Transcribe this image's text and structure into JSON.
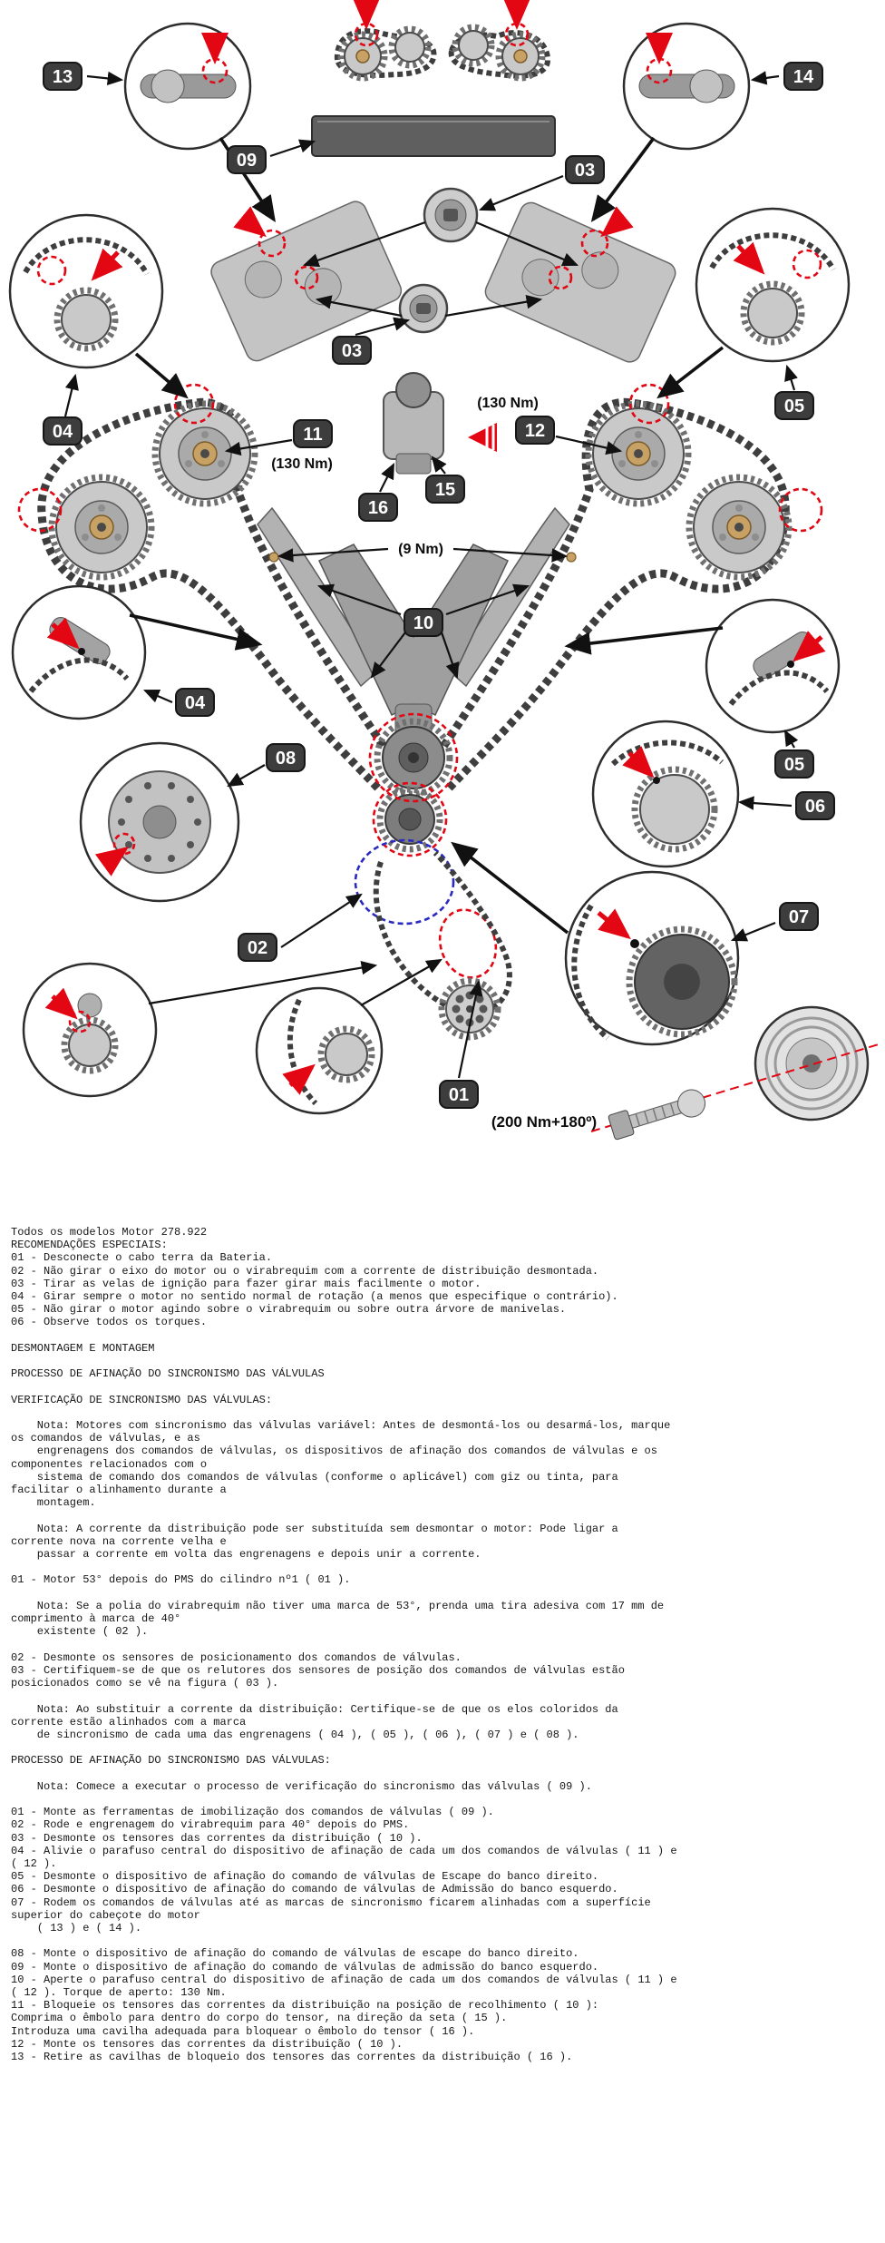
{
  "colors": {
    "red": "#e30613",
    "blue": "#2a2ac0",
    "badge": "#3d3d3d",
    "badge_text": "#ffffff",
    "hub": "#c8a264"
  },
  "diagram": {
    "callouts": [
      "13",
      "14",
      "09",
      "03",
      "03",
      "04",
      "05",
      "11",
      "12",
      "16",
      "15",
      "10",
      "04",
      "05",
      "08",
      "06",
      "02",
      "07",
      "01"
    ],
    "torques": {
      "cam_left": "(130 Nm)",
      "cam_right": "(130 Nm)",
      "guide_bolts": "(9 Nm)",
      "crank_bolt": "(200 Nm+180º)"
    }
  },
  "manual": {
    "lines": [
      "Todos os modelos Motor 278.922",
      "RECOMENDAÇÕES ESPECIAIS:",
      "01 - Desconecte o cabo terra da Bateria.",
      "02 - Não girar o eixo do motor ou o virabrequim com a corrente de distribuição desmontada.",
      "03 - Tirar as velas de ignição para fazer girar mais facilmente o motor.",
      "04 - Girar sempre o motor no sentido normal de rotação (a menos que especifique o contrário).",
      "05 - Não girar o motor agindo sobre o virabrequim ou sobre outra árvore de manivelas.",
      "06 - Observe todos os torques.",
      "",
      "DESMONTAGEM E MONTAGEM",
      "",
      "PROCESSO DE AFINAÇÃO DO SINCRONISMO DAS VÁLVULAS",
      "",
      "VERIFICAÇÃO DE SINCRONISMO DAS VÁLVULAS:",
      "",
      "    Nota: Motores com sincronismo das válvulas variável: Antes de desmontá-los ou desarmá-los, marque",
      "os comandos de válvulas, e as",
      "    engrenagens dos comandos de válvulas, os dispositivos de afinação dos comandos de válvulas e os",
      "componentes relacionados com o",
      "    sistema de comando dos comandos de válvulas (conforme o aplicável) com giz ou tinta, para",
      "facilitar o alinhamento durante a",
      "    montagem.",
      "",
      "    Nota: A corrente da distribuição pode ser substituída sem desmontar o motor: Pode ligar a",
      "corrente nova na corrente velha e",
      "    passar a corrente em volta das engrenagens e depois unir a corrente.",
      "",
      "01 - Motor 53° depois do PMS do cilindro nº1 ( 01 ).",
      "",
      "    Nota: Se a polia do virabrequim não tiver uma marca de 53°, prenda uma tira adesiva com 17 mm de",
      "comprimento à marca de 40°",
      "    existente ( 02 ).",
      "",
      "02 - Desmonte os sensores de posicionamento dos comandos de válvulas.",
      "03 - Certifiquem-se de que os relutores dos sensores de posição dos comandos de válvulas estão",
      "posicionados como se vê na figura ( 03 ).",
      "",
      "    Nota: Ao substituir a corrente da distribuição: Certifique-se de que os elos coloridos da",
      "corrente estão alinhados com a marca",
      "    de sincronismo de cada uma das engrenagens ( 04 ), ( 05 ), ( 06 ), ( 07 ) e ( 08 ).",
      "",
      "PROCESSO DE AFINAÇÃO DO SINCRONISMO DAS VÁLVULAS:",
      "",
      "    Nota: Comece a executar o processo de verificação do sincronismo das válvulas ( 09 ).",
      "",
      "01 - Monte as ferramentas de imobilização dos comandos de válvulas ( 09 ).",
      "02 - Rode e engrenagem do virabrequim para 40° depois do PMS.",
      "03 - Desmonte os tensores das correntes da distribuição ( 10 ).",
      "04 - Alivie o parafuso central do dispositivo de afinação de cada um dos comandos de válvulas ( 11 ) e",
      "( 12 ).",
      "05 - Desmonte o dispositivo de afinação do comando de válvulas de Escape do banco direito.",
      "06 - Desmonte o dispositivo de afinação do comando de válvulas de Admissão do banco esquerdo.",
      "07 - Rodem os comandos de válvulas até as marcas de sincronismo ficarem alinhadas com a superfície",
      "superior do cabeçote do motor",
      "    ( 13 ) e ( 14 ).",
      "",
      "08 - Monte o dispositivo de afinação do comando de válvulas de escape do banco direito.",
      "09 - Monte o dispositivo de afinação do comando de válvulas de admissão do banco esquerdo.",
      "10 - Aperte o parafuso central do dispositivo de afinação de cada um dos comandos de válvulas ( 11 ) e",
      "( 12 ). Torque de aperto: 130 Nm.",
      "11 - Bloqueie os tensores das correntes da distribuição na posição de recolhimento ( 10 ):",
      "Comprima o êmbolo para dentro do corpo do tensor, na direção da seta ( 15 ).",
      "Introduza uma cavilha adequada para bloquear o êmbolo do tensor ( 16 ).",
      "12 - Monte os tensores das correntes da distribuição ( 10 ).",
      "13 - Retire as cavilhas de bloqueio dos tensores das correntes da distribuição ( 16 )."
    ]
  }
}
